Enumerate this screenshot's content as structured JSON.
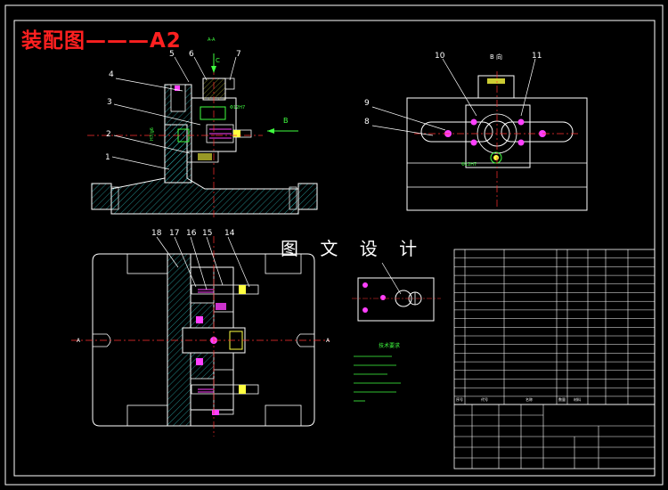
{
  "title": "装配图———A2",
  "watermark": "图 文 设 计",
  "section_label": "A-A",
  "view_c": "C",
  "view_b": "B",
  "view_b_title": "B 向",
  "arrow_a_left": "A",
  "arrow_a_right": "A",
  "part_numbers_left": [
    "1",
    "2",
    "3",
    "4",
    "5",
    "6",
    "7"
  ],
  "part_numbers_right": [
    "8",
    "9",
    "10",
    "11"
  ],
  "part_numbers_bottom": [
    "18",
    "17",
    "16",
    "15",
    "14"
  ],
  "tech_req_title": "技术要求",
  "bom_columns": [
    "序号",
    "代号",
    "名称",
    "数量",
    "材料"
  ],
  "colors": {
    "background": "#000000",
    "frame": "#ffffff",
    "title": "#ff2020",
    "centerline": "#ff3030",
    "hatch": "#30c0c0",
    "green": "#40ff40",
    "magenta": "#ff40ff",
    "yellow": "#ffff40"
  }
}
